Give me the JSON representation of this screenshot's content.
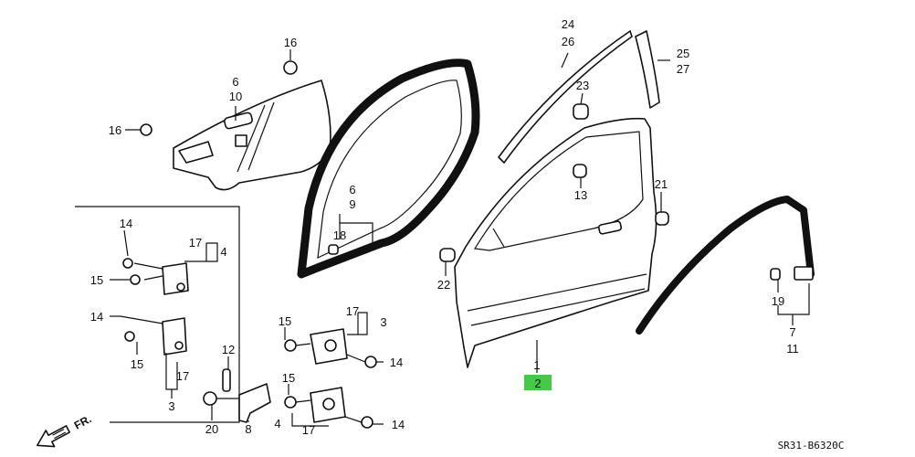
{
  "callouts": {
    "c1": "1",
    "c2": "2",
    "c3a": "3",
    "c3b": "3",
    "c4a": "4",
    "c4b": "4",
    "c6a": "6",
    "c6b": "6",
    "c7": "7",
    "c8": "8",
    "c9": "9",
    "c10": "10",
    "c11": "11",
    "c12": "12",
    "c13": "13",
    "c14a": "14",
    "c14b": "14",
    "c14c": "14",
    "c14d": "14",
    "c15a": "15",
    "c15b": "15",
    "c15c": "15",
    "c15d": "15",
    "c16a": "16",
    "c16b": "16",
    "c17a": "17",
    "c17b": "17",
    "c17c": "17",
    "c17d": "17",
    "c18": "18",
    "c19": "19",
    "c20": "20",
    "c21": "21",
    "c22": "22",
    "c23": "23",
    "c24": "24",
    "c25": "25",
    "c26": "26",
    "c27": "27"
  },
  "diagram_code": "SR31-B6320C",
  "direction_label": "FR.",
  "highlight_color": "#48c848"
}
